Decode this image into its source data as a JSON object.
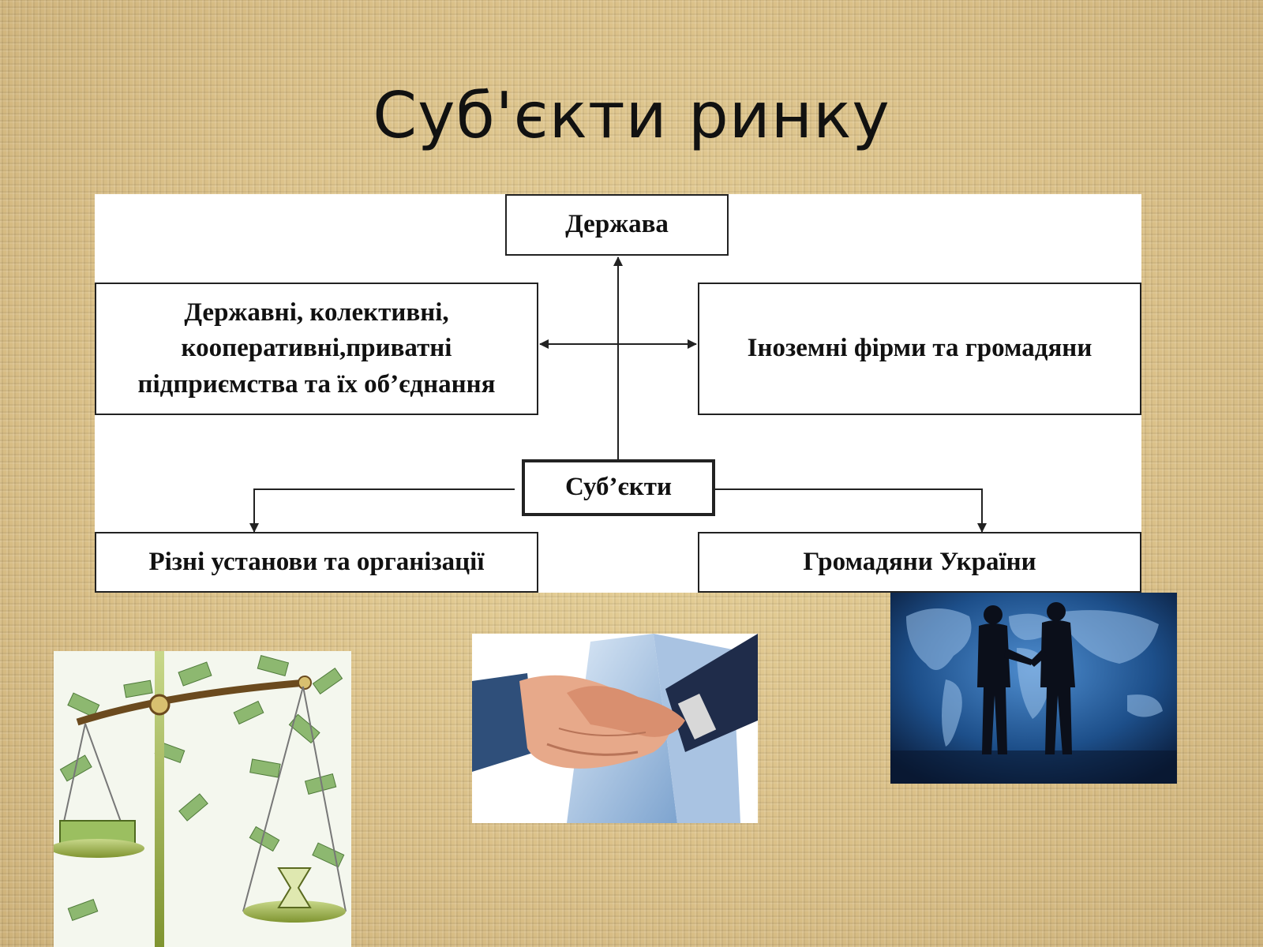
{
  "slide": {
    "title": "Суб'єкти ринку"
  },
  "diagram": {
    "top_box": "Держава",
    "left_box": "Державні, колективні, кооперативні,приватні підприємства та їх об’єднання",
    "right_box": "Іноземні фірми та громадяни",
    "center_box": "Суб’єкти",
    "bottom_left_box": "Різні установи та організації",
    "bottom_right_box": "Громадяни України"
  },
  "images": {
    "scales": "scales-with-money-image",
    "handshake": "handshake-image",
    "silhouettes": "business-handshake-world-map-image"
  }
}
